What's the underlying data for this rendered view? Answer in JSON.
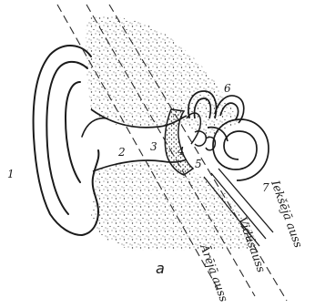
{
  "figure": {
    "panel_letter": "a",
    "labels": [
      "1",
      "2",
      "3",
      "4",
      "5",
      "6",
      "7"
    ],
    "regions": {
      "outer": "Ārējā auss",
      "middle": "Vidusauss",
      "inner": "Iekšējā auss"
    }
  }
}
